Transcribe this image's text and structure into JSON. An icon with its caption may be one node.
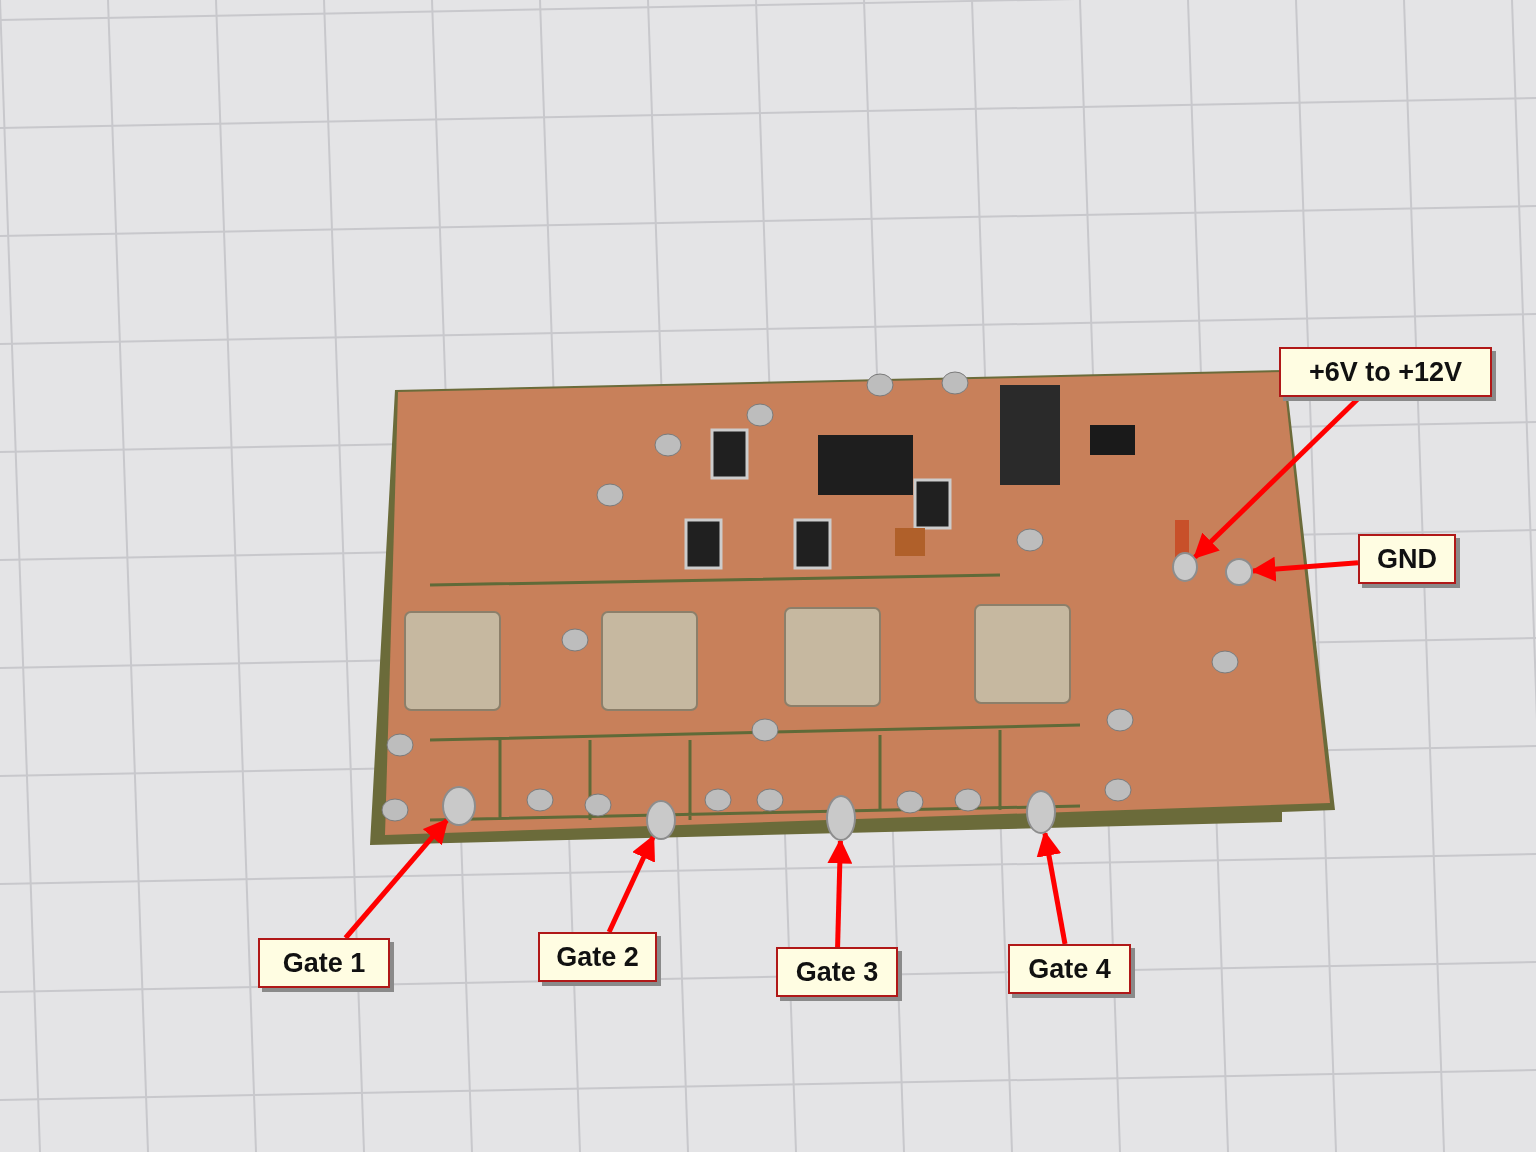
{
  "diagram": {
    "nodes": [
      {
        "text": [
          "+6V to +12V"
        ]
      },
      {
        "text": [
          "GND"
        ]
      },
      {
        "text": [],
        "shape": "circle"
      },
      {
        "text": [],
        "shape": "circle"
      },
      {
        "text": [],
        "shape": "circle"
      },
      {
        "text": [],
        "shape": "circle"
      },
      {
        "text": [],
        "shape": "circle"
      },
      {
        "text": [],
        "shape": "circle"
      },
      {
        "text": [
          "Gate 1"
        ]
      },
      {
        "text": [
          "Gate 2"
        ]
      },
      {
        "text": [
          "Gate 3"
        ]
      },
      {
        "text": [
          "Gate 4"
        ]
      }
    ],
    "edges": [
      {
        "from": 0,
        "to": 2,
        "arrow": "to"
      },
      {
        "from": 1,
        "to": 3,
        "arrow": "to"
      },
      {
        "from": 8,
        "to": 4,
        "arrow": "to"
      },
      {
        "from": 9,
        "to": 5,
        "arrow": "to"
      },
      {
        "from": 10,
        "to": 6,
        "arrow": "to"
      },
      {
        "from": 11,
        "to": 7,
        "arrow": "to"
      }
    ]
  }
}
